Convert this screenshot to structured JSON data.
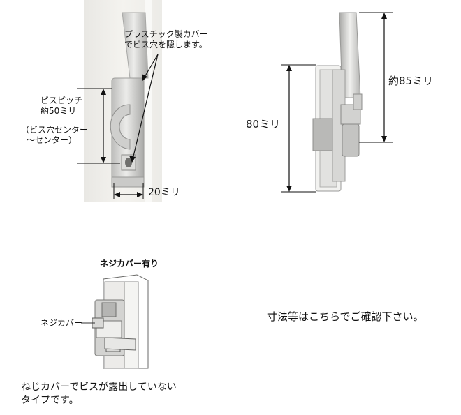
{
  "figure1": {
    "cover_note_line1": "プラスチック製カバー",
    "cover_note_line2": "でビス穴を隠します。",
    "pitch_label_line1": "ビスピッチ",
    "pitch_label_line2": "約50ミリ",
    "pitch_paren_line1": "（ビス穴センター",
    "pitch_paren_line2": "〜センター）",
    "width_label": "20ミリ"
  },
  "figure2": {
    "height_label": "80ミリ",
    "depth_label": "約85ミリ"
  },
  "figure3": {
    "title": "ネジカバー有り",
    "cover_label": "ネジカバー"
  },
  "notes": {
    "instruction": "寸法等はこちらでご確認下さい。",
    "description_line1": "ねじカバーでビスが露出していない",
    "description_line2": "タイプです。"
  },
  "colors": {
    "metal_light": "#e6e6e4",
    "metal_mid": "#c9c9c7",
    "metal_dark": "#9c9c9a",
    "dimension_line": "#111111"
  }
}
